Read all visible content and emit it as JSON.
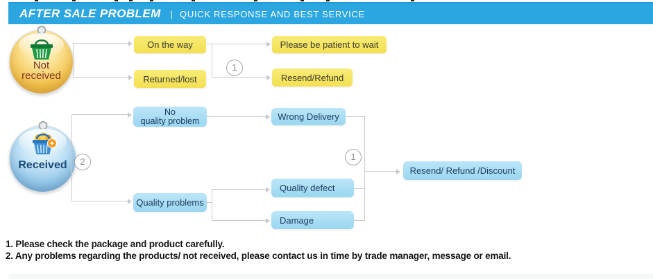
{
  "header": {
    "title": "AFTER SALE PROBLEM",
    "separator": "|",
    "subtitle": "QUICK RESPONSE AND BEST SERVICE"
  },
  "flow": {
    "not_received_line1": "Not",
    "not_received_line2": "received",
    "received": "Received",
    "on_the_way": "On the way",
    "returned_lost": "Returned/lost",
    "be_patient": "Please be patient to wait",
    "resend_refund": "Resend/Refund",
    "no_quality_line1": "No",
    "no_quality_line2": "quality problem",
    "quality_problems": "Quality problems",
    "wrong_delivery": "Wrong Delivery",
    "quality_defect": "Quality defect",
    "damage": "Damage",
    "final_outcome": "Resend/ Refund /Discount",
    "badge_one": "1",
    "badge_two": "2"
  },
  "notes": {
    "line1": "1. Please check the package and product carefully.",
    "line2": "2. Any problems regarding the products/ not received, please contact us in time by trade manager, message or email."
  },
  "icons": {
    "not_received": "green-shopping-basket",
    "received": "blue-shopping-basket-with-items"
  },
  "colors": {
    "header_bg": "#2CA6E0",
    "header_text": "#FFFFFF",
    "yellow_box": "#F3DF52",
    "yellow_box_text": "#3B3A2F",
    "blue_box": "#9AD6F0",
    "blue_box_text": "#1C3A5E",
    "connector_line": "#C7CBD0",
    "badge_text": "#8A9096",
    "note_text": "#141414",
    "not_received_text": "#7B3422",
    "received_text": "#1B4A7A"
  }
}
